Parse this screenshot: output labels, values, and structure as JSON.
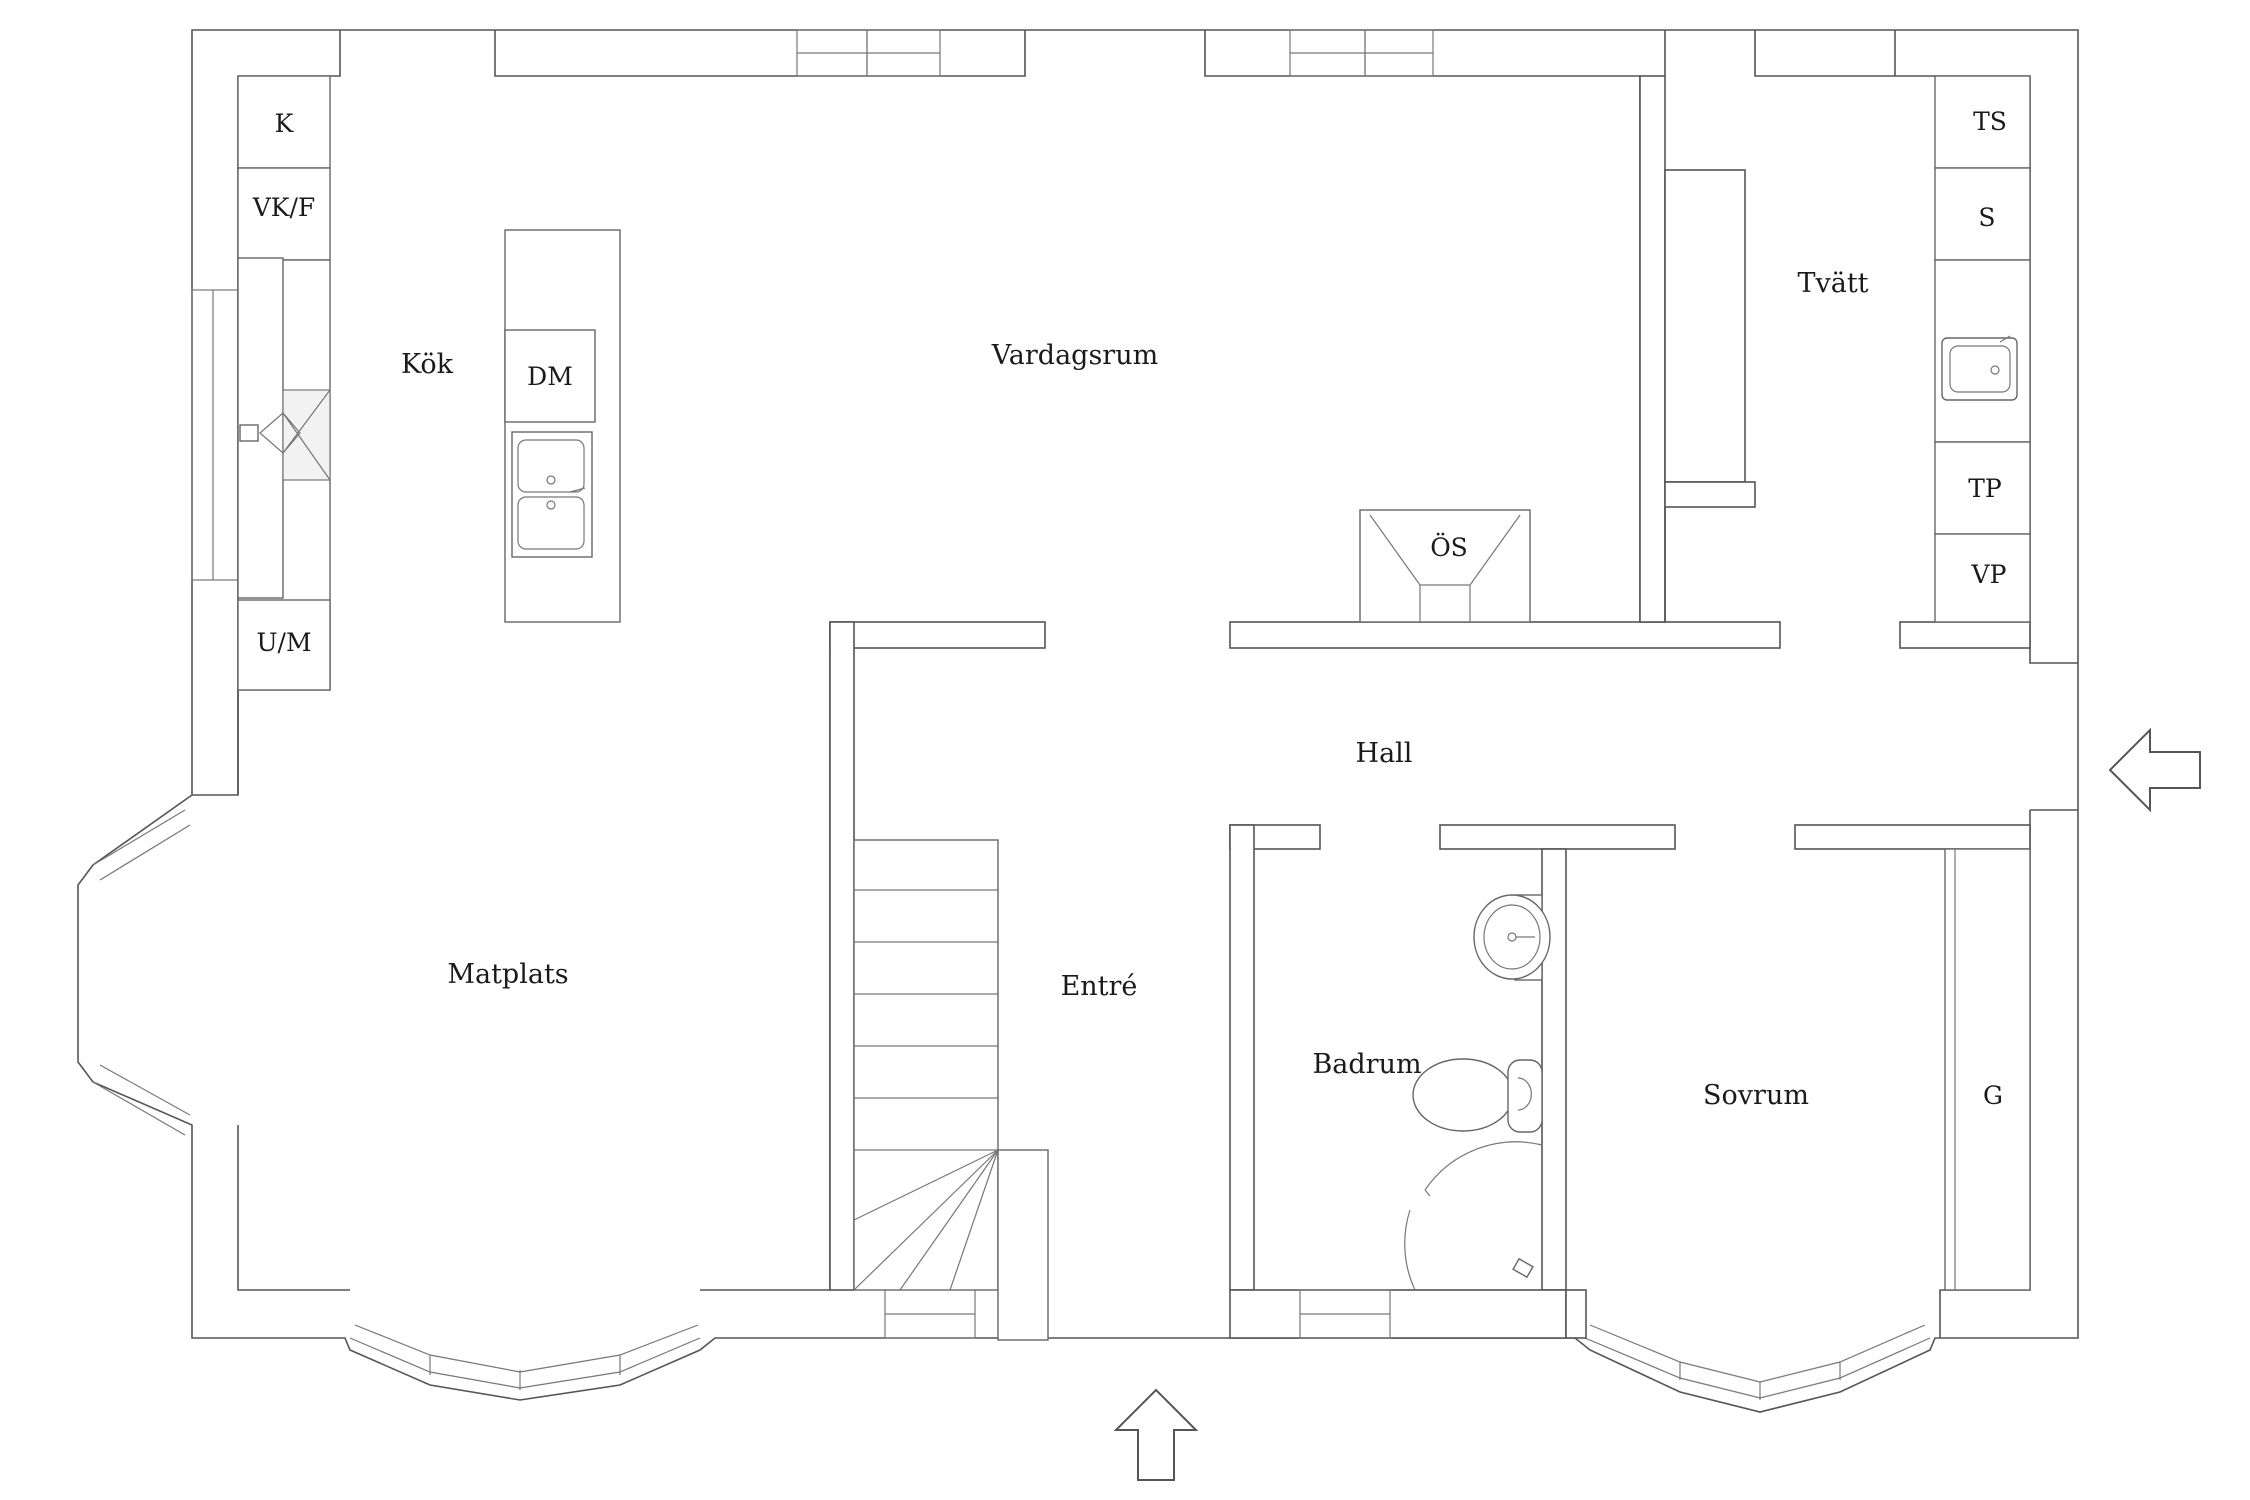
{
  "rooms": {
    "kok": "Kök",
    "vardagsrum": "Vardagsrum",
    "tvatt": "Tvätt",
    "hall": "Hall",
    "matplats": "Matplats",
    "entre": "Entré",
    "badrum": "Badrum",
    "sovrum": "Sovrum"
  },
  "fixtures": {
    "k": "K",
    "vkf": "VK/F",
    "um": "U/M",
    "dm": "DM",
    "os": "ÖS",
    "ts": "TS",
    "s": "S",
    "tp": "TP",
    "vp": "VP",
    "g": "G"
  },
  "colors": {
    "wall_stroke": "#555555",
    "background": "#ffffff",
    "text": "#1a1a1a"
  }
}
